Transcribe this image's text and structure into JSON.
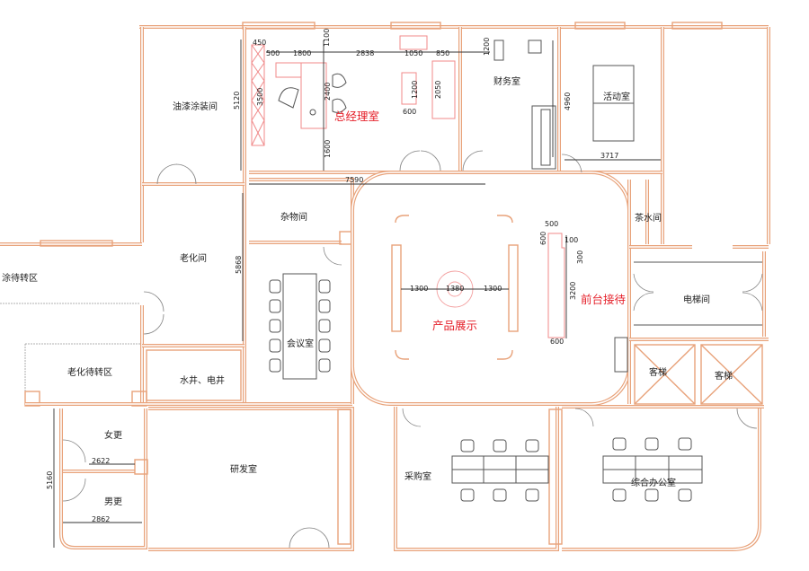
{
  "colors": {
    "wall": "#e8a27a",
    "highlight_text": "#e5202a",
    "dimension": "#333333"
  },
  "rooms": {
    "general_manager": "总经理室",
    "product_display": "产品展示",
    "reception": "前台接待",
    "paint_room": "油漆涂装间",
    "aging_room": "老化间",
    "paint_waiting": "涂待转区",
    "aging_waiting": "老化待转区",
    "shaft": "水井、电井",
    "storage": "杂物间",
    "meeting": "会议室",
    "finance": "财务室",
    "activity": "活动室",
    "tea": "茶水间",
    "elevator_hall": "电梯间",
    "elevator_1": "客梯",
    "elevator_2": "客梯",
    "female_locker": "女更",
    "male_locker": "男更",
    "rnd": "研发室",
    "purchasing": "采购室",
    "office": "综合办公室"
  },
  "dims": {
    "d450": "450",
    "d500a": "500",
    "d1800": "1800",
    "d1100": "1100",
    "d2838": "2838",
    "d1050": "1050",
    "d850": "850",
    "d5120": "5120",
    "d3500": "3500",
    "d2400": "2400",
    "d1200a": "1200",
    "d2050": "2050",
    "d600a": "600",
    "d1600": "1600",
    "d7590": "7590",
    "d1200b": "1200",
    "d4960": "4960",
    "d3717": "3717",
    "d5868": "5868",
    "d500b": "500",
    "d100": "100",
    "d600b": "600",
    "d300": "300",
    "d3200": "3200",
    "d600c": "600",
    "d1300a": "1300",
    "d1380": "1380",
    "d1300b": "1300",
    "d2622": "2622",
    "d2862": "2862",
    "d5160": "5160"
  }
}
